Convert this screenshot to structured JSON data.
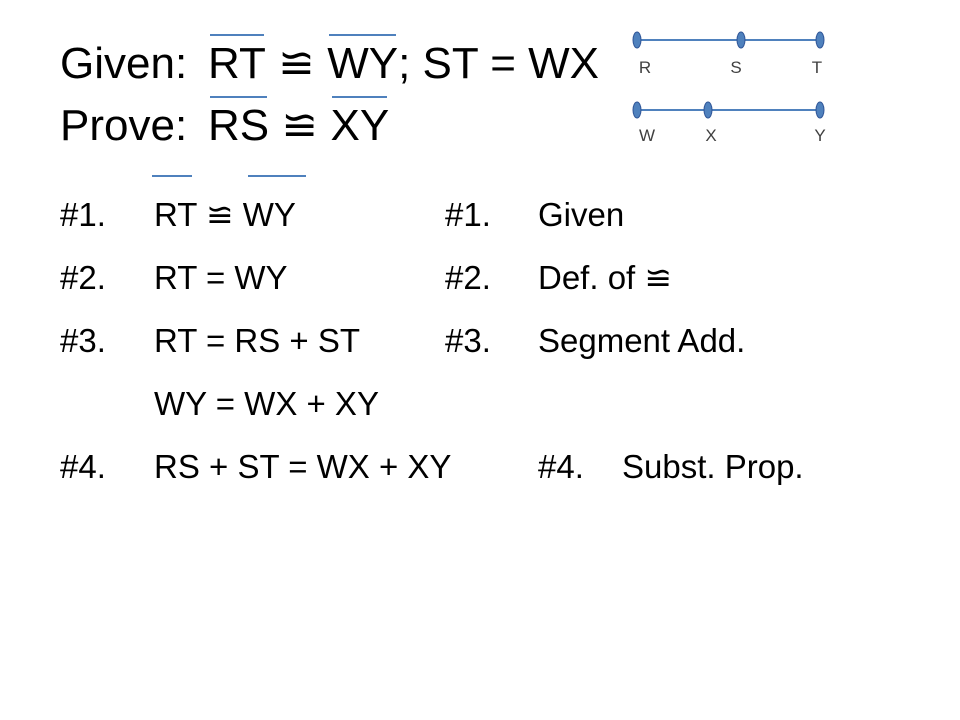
{
  "slide": {
    "given": {
      "label": "Given:",
      "seg1": "RT",
      "congruent": "≌",
      "seg2": "WY",
      "rest": "; ST = WX"
    },
    "prove": {
      "label": "Prove:",
      "seg1": "RS",
      "congruent": "≌",
      "seg2": "XY"
    },
    "proof_rows": [
      {
        "num": "#1.",
        "statement": "RT ≌ WY",
        "reason_num": "#1.",
        "reason": "Given"
      },
      {
        "num": "#2.",
        "statement": "RT = WY",
        "reason_num": "#2.",
        "reason": "Def. of ≌"
      },
      {
        "num": "#3.",
        "statement": "RT = RS + ST",
        "reason_num": "#3.",
        "reason": "Segment Add."
      },
      {
        "num": "",
        "statement": "WY = WX + XY",
        "reason_num": "",
        "reason": ""
      },
      {
        "num": "#4.",
        "statement": "RS + ST = WX + XY",
        "reason_num": "#4.",
        "reason": "Subst. Prop."
      }
    ],
    "diagram": {
      "top_labels": [
        "R",
        "S",
        "T"
      ],
      "bottom_labels": [
        "W",
        "X",
        "Y"
      ],
      "point_color": "#4f81bd",
      "line_color": "#4f81bd"
    },
    "colors": {
      "overline": "#4f81bd",
      "text": "#000000",
      "diagram_label": "#404040"
    }
  }
}
